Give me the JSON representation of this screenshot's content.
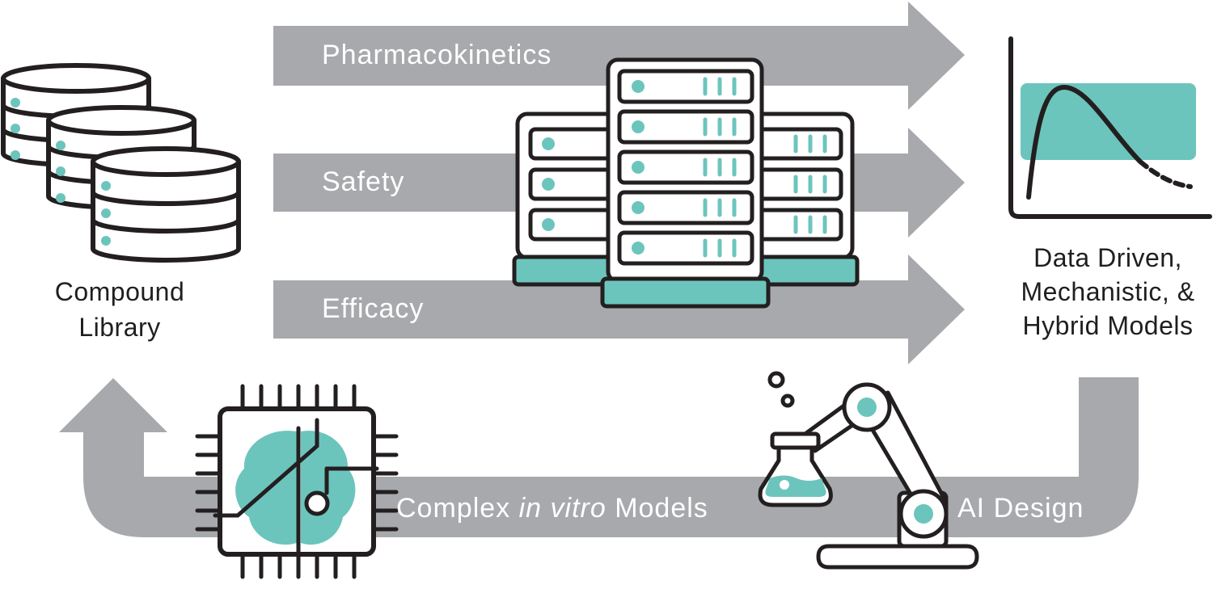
{
  "colors": {
    "arrow_gray": "#a7a9ac",
    "teal": "#6cc5bd",
    "stroke": "#231f20",
    "white": "#ffffff"
  },
  "arrows": {
    "pharmacokinetics": "Pharmacokinetics",
    "safety": "Safety",
    "efficacy": "Efficacy"
  },
  "compound_library": {
    "line1": "Compound",
    "line2": "Library",
    "icon": "database-stack-icon"
  },
  "server": {
    "icon": "server-rack-icon"
  },
  "models": {
    "line1": "Data Driven,",
    "line2": "Mechanistic, &",
    "line3": "Hybrid Models",
    "icon": "pk-curve-chart-icon"
  },
  "feedback": {
    "cim_prefix": "Complex ",
    "cim_italic": "in vitro",
    "cim_suffix": " Models",
    "ai_design": "AI Design",
    "chip_icon": "ai-brain-chip-icon",
    "robot_icon": "robot-arm-flask-icon"
  }
}
